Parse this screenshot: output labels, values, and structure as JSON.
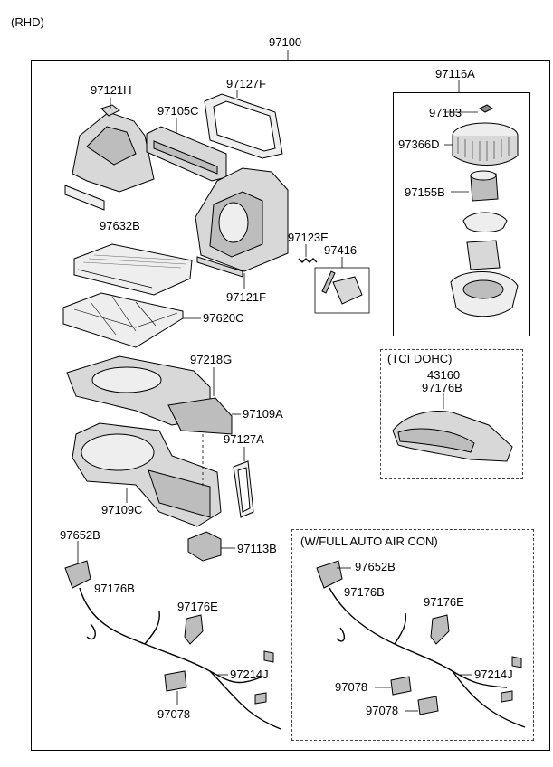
{
  "header": {
    "variant": "(RHD)",
    "assembly": "97100"
  },
  "labels": {
    "p97121H": "97121H",
    "p97105C": "97105C",
    "p97127F": "97127F",
    "p97632B": "97632B",
    "p97123E": "97123E",
    "p97416": "97416",
    "p97121F": "97121F",
    "p97620C": "97620C",
    "p97218G": "97218G",
    "p97109A": "97109A",
    "p97127A": "97127A",
    "p97109C": "97109C",
    "p97113B": "97113B",
    "p97652B": "97652B",
    "p97176B": "97176B",
    "p97176E": "97176E",
    "p97214J": "97214J",
    "p97078": "97078"
  },
  "blower_box": {
    "title": "97116A",
    "p97183": "97183",
    "p97366D": "97366D",
    "p97155B": "97155B"
  },
  "tci_box": {
    "title": "(TCI DOHC)",
    "p43160": "43160",
    "p97176B": "97176B"
  },
  "auto_box": {
    "title": "(W/FULL AUTO AIR CON)",
    "p97652B": "97652B",
    "p97176B": "97176B",
    "p97176E": "97176E",
    "p97214J": "97214J",
    "p97078a": "97078",
    "p97078b": "97078"
  }
}
